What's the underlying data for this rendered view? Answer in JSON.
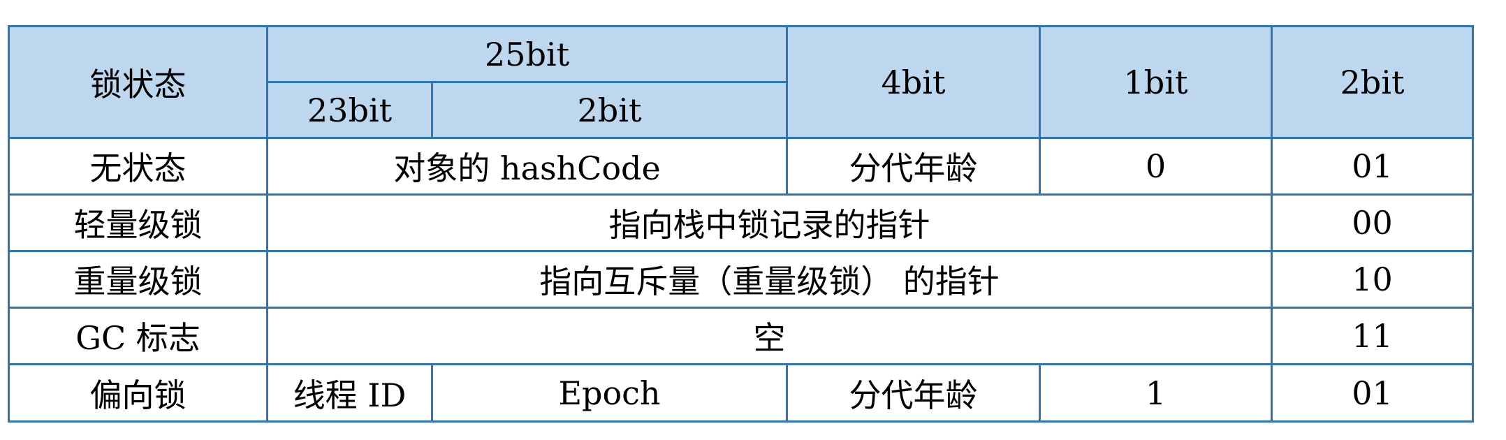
{
  "colors": {
    "border": "#2e75b6",
    "header_bg": "#bdd7ee",
    "body_bg": "#ffffff",
    "text": "#000000"
  },
  "header": {
    "lock_state": "锁状态",
    "bits_25": "25bit",
    "bits_23": "23bit",
    "bits_2a": "2bit",
    "bits_4": "4bit",
    "bits_1": "1bit",
    "bits_2b": "2bit"
  },
  "rows": [
    {
      "state": "无状态",
      "c1": "对象的 hashCode",
      "c2": "分代年龄",
      "c3": "0",
      "flag": "01"
    },
    {
      "state": "轻量级锁",
      "c1": "指向栈中锁记录的指针",
      "flag": "00"
    },
    {
      "state": "重量级锁",
      "c1": "指向互斥量（重量级锁） 的指针",
      "flag": "10"
    },
    {
      "state": "GC 标志",
      "c1": "空",
      "flag": "11"
    },
    {
      "state": "偏向锁",
      "c1": "线程 ID",
      "c2": "Epoch",
      "c3": "分代年龄",
      "c4": "1",
      "flag": "01"
    }
  ]
}
